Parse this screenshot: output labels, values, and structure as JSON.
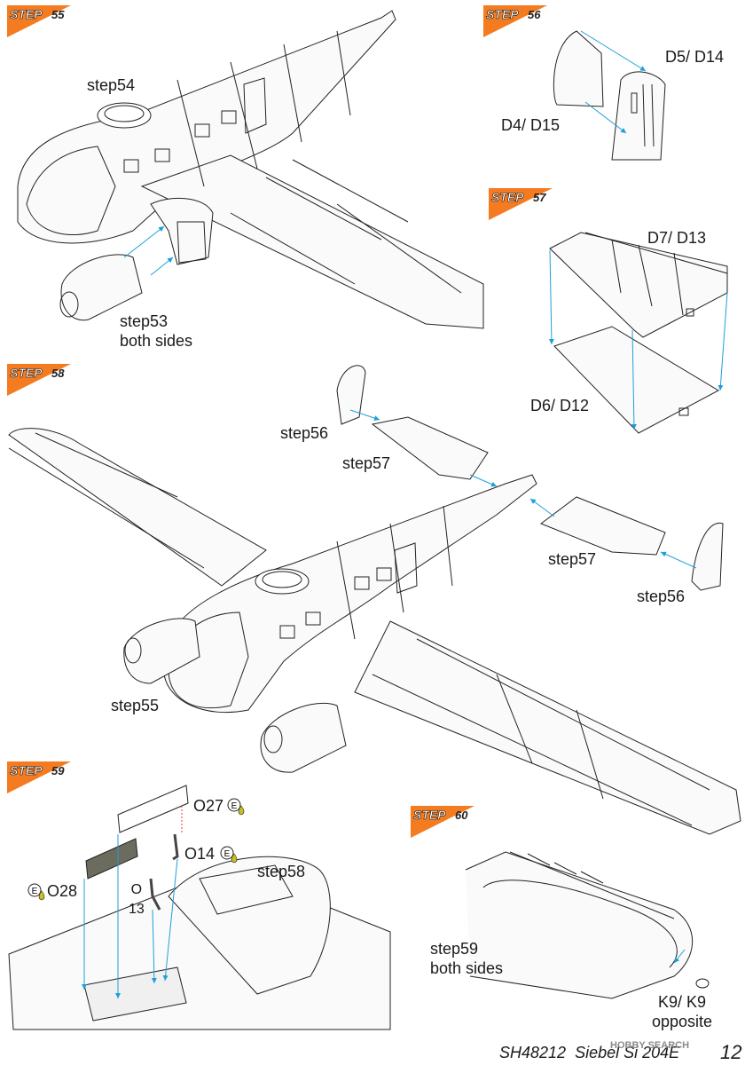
{
  "steps": {
    "s55": {
      "badge": "STEP",
      "num": "55"
    },
    "s56": {
      "badge": "STEP",
      "num": "56"
    },
    "s57": {
      "badge": "STEP",
      "num": "57"
    },
    "s58": {
      "badge": "STEP",
      "num": "58"
    },
    "s59": {
      "badge": "STEP",
      "num": "59"
    },
    "s60": {
      "badge": "STEP",
      "num": "60"
    }
  },
  "labels": {
    "step54": "step54",
    "step53": "step53",
    "both_sides_1": "both sides",
    "d5_d14": "D5/ D14",
    "d4_d15": "D4/ D15",
    "d7_d13": "D7/ D13",
    "d6_d12": "D6/ D12",
    "step56_a": "step56",
    "step57_a": "step57",
    "step57_b": "step57",
    "step56_b": "step56",
    "step55": "step55",
    "o27": "O27",
    "o14": "O14",
    "o28": "O28",
    "o13_a": "O",
    "o13_b": "13",
    "step58": "step58",
    "step59": "step59",
    "both_sides_2": "both sides",
    "k9": "K9/ K9",
    "opposite": "opposite",
    "paint_letter": "E"
  },
  "footer": {
    "code": "SH48212",
    "title": "Siebel Si 204E",
    "page": "12",
    "watermark": "HOBBY SEARCH"
  },
  "colors": {
    "badge": "#f47b20",
    "arrow": "#1e9fd8",
    "paint_drop": "#c8c020"
  }
}
